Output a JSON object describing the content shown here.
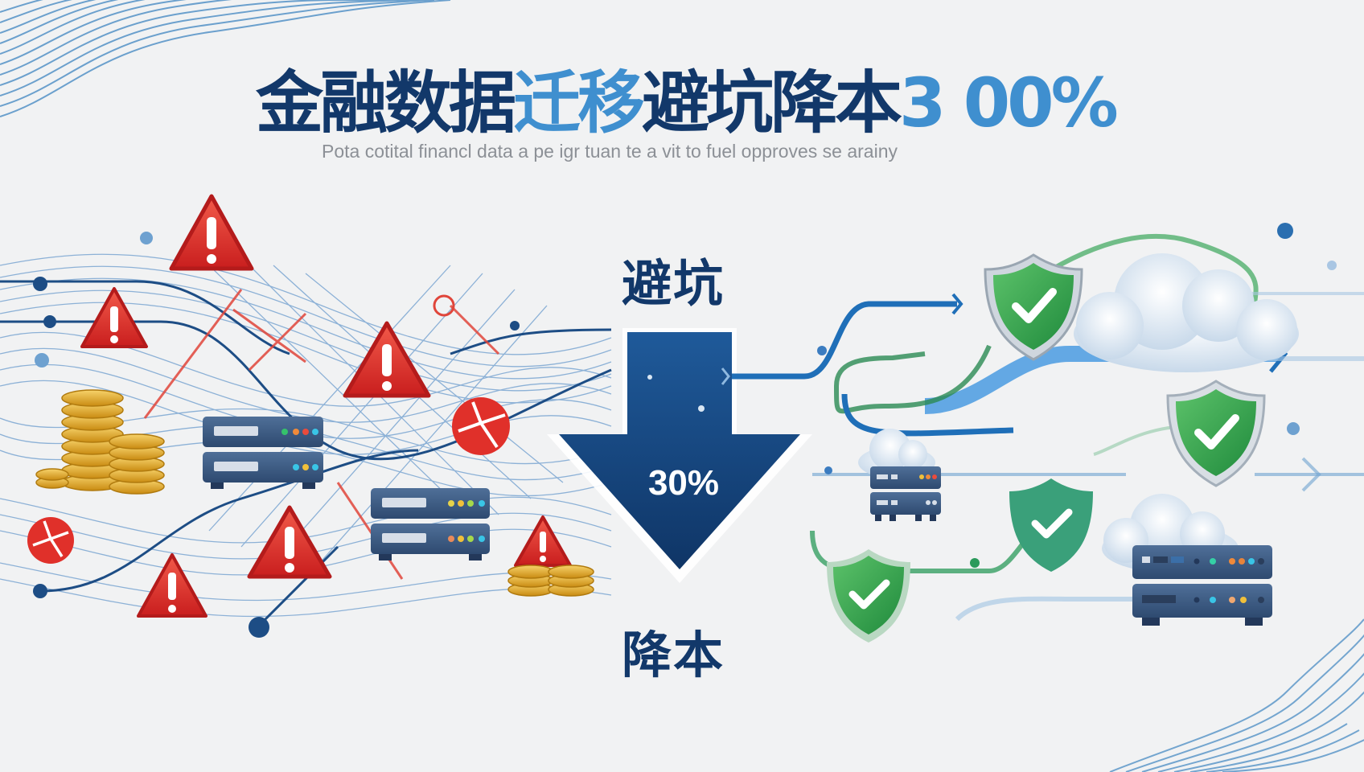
{
  "header": {
    "title_part_dark_1": "金融数据",
    "title_part_light": "迁移",
    "title_part_dark_2": "避坑降本",
    "title_part_accent": "3 00%",
    "subtitle": "Pota cotital financl data a pe igr tuan te a vit to fuel opproves se arainy"
  },
  "center": {
    "label_top": "避坑",
    "arrow_value": "30%",
    "label_bottom": "降本"
  },
  "left_section": {
    "theme": "risks",
    "icons": [
      "warning-icon",
      "warning-icon",
      "warning-icon",
      "warning-icon",
      "warning-icon",
      "warning-icon",
      "warning-icon",
      "broken-circle-icon",
      "broken-circle-icon",
      "server-icon",
      "server-icon",
      "coin-stack-icon",
      "coin-stack-icon"
    ]
  },
  "right_section": {
    "theme": "secure-migration",
    "icons": [
      "shield-check-icon",
      "shield-check-icon",
      "shield-check-icon",
      "shield-check-icon",
      "cloud-icon",
      "cloud-icon",
      "cloud-icon",
      "server-icon",
      "server-icon"
    ]
  },
  "colors": {
    "background": "#f1f2f3",
    "navy": "#12386a",
    "accent_blue": "#3f8fcf",
    "warning_red": "#e0302a",
    "shield_green": "#2f9a48",
    "coin_gold": "#e3a91c",
    "server_blue": "#3d5d85"
  }
}
